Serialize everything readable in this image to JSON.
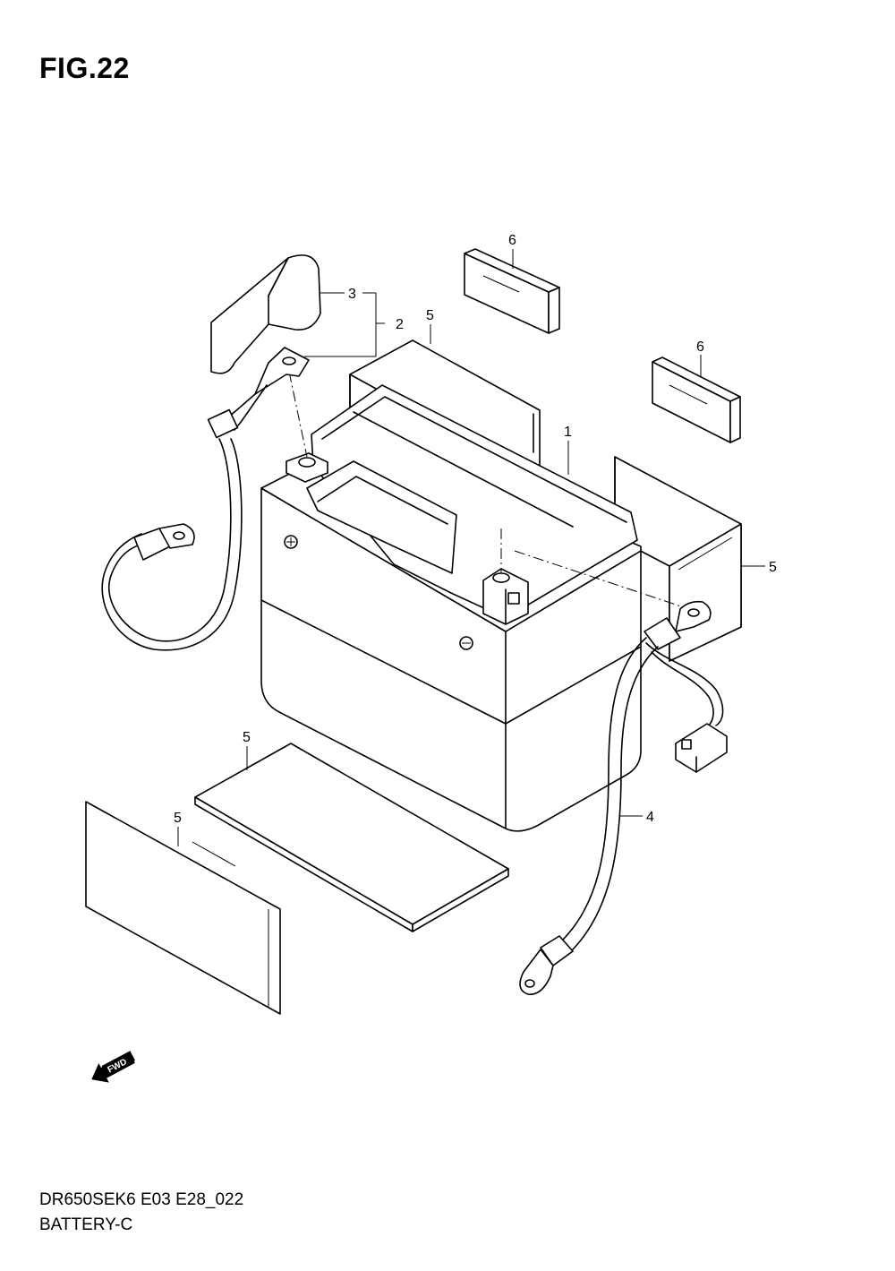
{
  "figure": {
    "title": "FIG.22",
    "model_code": "DR650SEK6 E03 E28_022",
    "name": "BATTERY-C"
  },
  "callouts": {
    "c1": "1",
    "c2": "2",
    "c3": "3",
    "c4": "4",
    "c5_top": "5",
    "c5_right": "5",
    "c5_mat": "5",
    "c5_left": "5",
    "c6_top": "6",
    "c6_right": "6"
  },
  "fwd_label": "FWD",
  "icons": [
    "fwd-arrow-icon"
  ]
}
